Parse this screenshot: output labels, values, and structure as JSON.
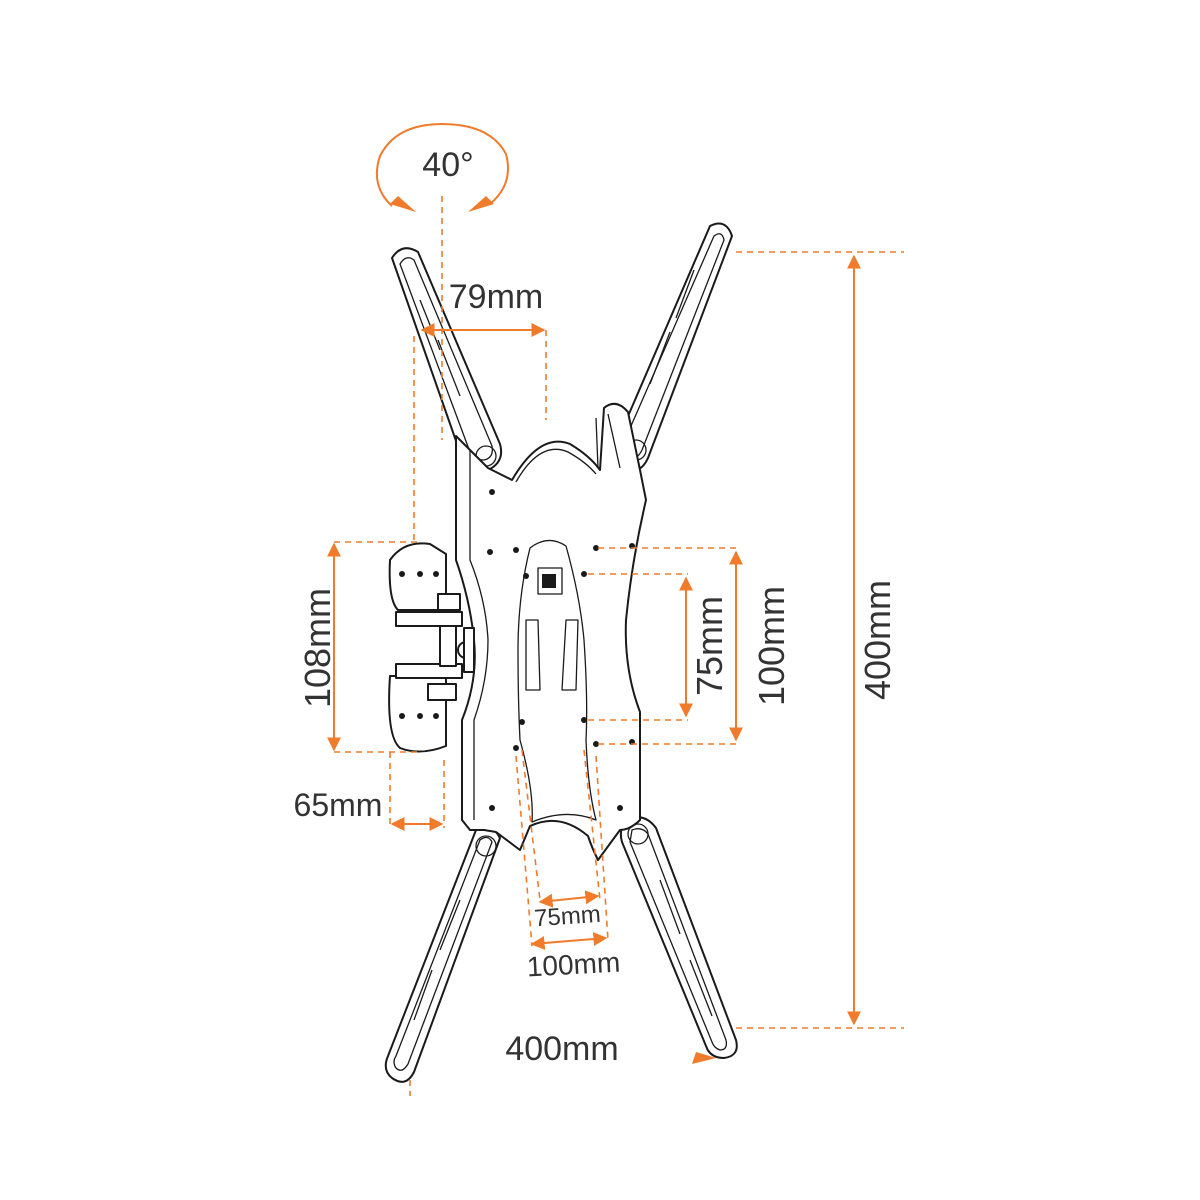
{
  "diagram": {
    "accent_color": "#f07b2a",
    "line_color": "#1a1a1a",
    "labels": {
      "swivel_angle": "40°",
      "arm_offset": "79mm",
      "wall_plate_height": "108mm",
      "wall_distance": "65mm",
      "vesa_75_vertical": "75mm",
      "vesa_100_vertical": "100mm",
      "vesa_400_vertical": "400mm",
      "vesa_75_horizontal": "75mm",
      "vesa_100_horizontal": "100mm",
      "vesa_400_horizontal": "400mm"
    }
  }
}
